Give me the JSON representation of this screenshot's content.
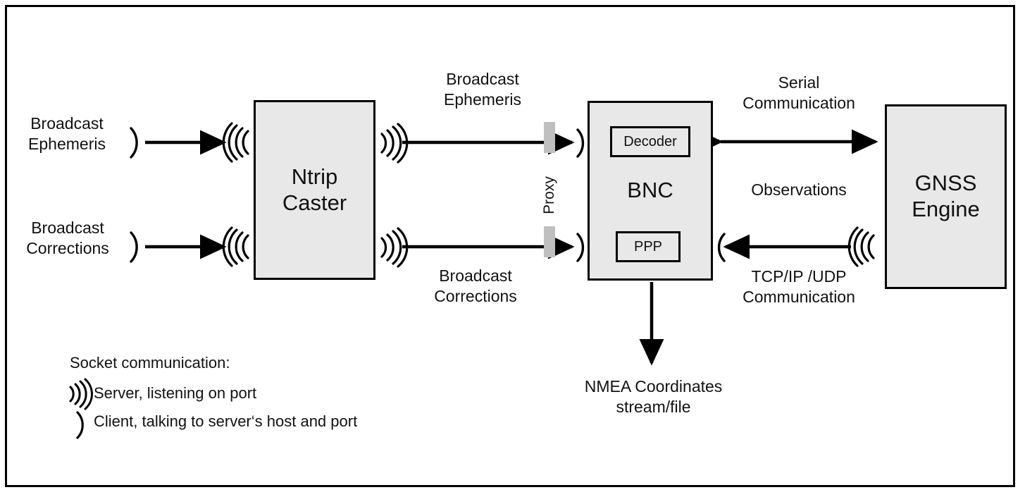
{
  "diagram": {
    "title": "BNC Ntrip / GNSS data flow diagram",
    "colors": {
      "node_fill": "#e8e8e8",
      "node_border": "#000000",
      "proxy_bar": "#bfbfbf",
      "text": "#111111",
      "background": "#ffffff"
    },
    "nodes": [
      {
        "id": "ntrip_caster",
        "label": "Ntrip\nCaster"
      },
      {
        "id": "bnc",
        "label": "BNC"
      },
      {
        "id": "gnss_engine",
        "label": "GNSS\nEngine"
      }
    ],
    "subnodes": [
      {
        "id": "decoder",
        "label": "Decoder"
      },
      {
        "id": "ppp",
        "label": "PPP"
      }
    ],
    "inputs": [
      {
        "id": "input_ephemeris",
        "label": "Broadcast\nEphemeris"
      },
      {
        "id": "input_corrections",
        "label": "Broadcast\nCorrections"
      }
    ],
    "flow_labels": [
      {
        "id": "flow_broadcast_ephemeris",
        "label": "Broadcast\nEphemeris"
      },
      {
        "id": "flow_broadcast_corrections",
        "label": "Broadcast\nCorrections"
      },
      {
        "id": "flow_serial",
        "label": "Serial\nCommunication"
      },
      {
        "id": "flow_observations",
        "label": "Observations"
      },
      {
        "id": "flow_tcpip",
        "label": "TCP/IP /UDP\nCommunication"
      },
      {
        "id": "flow_nmea",
        "label": "NMEA Coordinates\nstream/file"
      }
    ],
    "proxy": {
      "id": "proxy",
      "label": "Proxy"
    },
    "legend": {
      "title": "Socket communication:",
      "items": [
        {
          "icon": "server-socket-icon",
          "label": "Server, listening on port"
        },
        {
          "icon": "client-socket-icon",
          "label": "Client, talking to server‘s host and port"
        }
      ]
    },
    "socket_icons": {
      "server_right": "server-socket-icon-right",
      "server_left": "server-socket-icon-left",
      "client_right": "client-socket-icon-right",
      "client_left": "client-socket-icon-left"
    }
  }
}
